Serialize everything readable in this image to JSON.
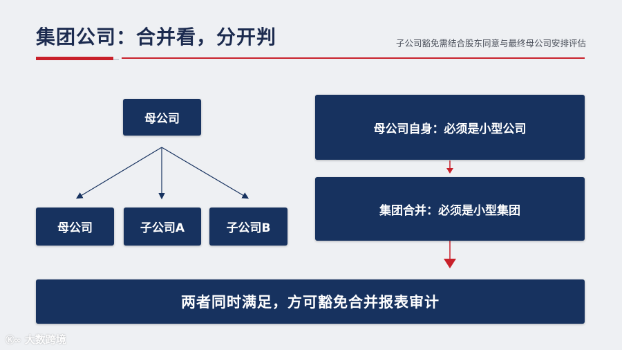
{
  "header": {
    "title": "集团公司：合并看，分开判",
    "subtitle": "子公司豁免需结合股东同意与最终母公司安排评估"
  },
  "tree": {
    "root": "母公司",
    "children": [
      "母公司",
      "子公司A",
      "子公司B"
    ]
  },
  "flow": {
    "step1": "母公司自身：必须是小型公司",
    "step2": "集团合并：必须是小型集团"
  },
  "conclusion": "两者同时满足，方可豁免合并报表审计",
  "watermark": {
    "logo": "Ⓚ∞",
    "text": "大数跨境"
  },
  "colors": {
    "box_fill": "#17325f",
    "accent_red": "#c8202a",
    "title_text": "#1c2b4f",
    "background": "#eef0f3"
  }
}
